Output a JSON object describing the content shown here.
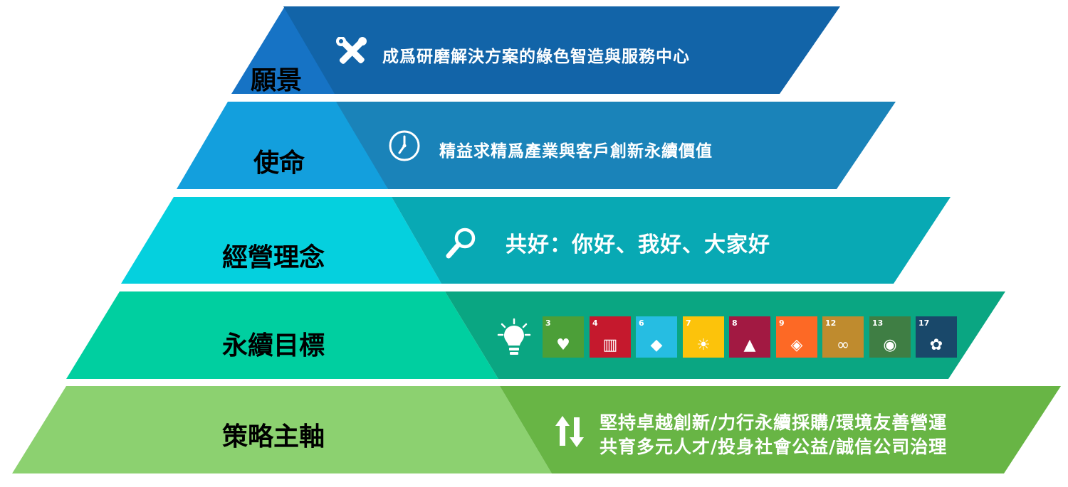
{
  "tiers": [
    {
      "id": "vision",
      "label": "願景",
      "icon": "tools-icon",
      "text": "成爲研磨解決方案的綠色智造與服務中心"
    },
    {
      "id": "mission",
      "label": "使命",
      "icon": "clock-icon",
      "text": "精益求精爲產業與客戶創新永續價值"
    },
    {
      "id": "philosophy",
      "label": "經營理念",
      "icon": "search-icon",
      "text": "共好：你好、我好、大家好"
    },
    {
      "id": "goals",
      "label": "永續目標",
      "icon": "lightbulb-icon",
      "text": ""
    },
    {
      "id": "strategy",
      "label": "策略主軸",
      "icon": "arrows-up-down-icon",
      "lines": [
        "堅持卓越創新/力行永續採購/環境友善營運",
        "共育多元人才/投身社會公益/誠信公司治理"
      ]
    }
  ],
  "sdgs": [
    {
      "number": "3",
      "color": "#4c9f38",
      "glyph": "♥"
    },
    {
      "number": "4",
      "color": "#c5192d",
      "glyph": "▥"
    },
    {
      "number": "6",
      "color": "#26bde2",
      "glyph": "◆"
    },
    {
      "number": "7",
      "color": "#fcc30b",
      "glyph": "☀"
    },
    {
      "number": "8",
      "color": "#a21942",
      "glyph": "▲"
    },
    {
      "number": "9",
      "color": "#fd6925",
      "glyph": "◈"
    },
    {
      "number": "12",
      "color": "#bf8b2e",
      "glyph": "∞"
    },
    {
      "number": "13",
      "color": "#3f7e44",
      "glyph": "◉"
    },
    {
      "number": "17",
      "color": "#19486a",
      "glyph": "✿"
    }
  ],
  "colors": {
    "tier1_left": "#1673c5",
    "tier1_right": "#1264a8",
    "tier2_left": "#139fdd",
    "tier2_right": "#1a83b9",
    "tier3_left": "#05d0de",
    "tier3_right": "#08a9b4",
    "tier4_left": "#00cfa0",
    "tier4_right": "#0aa682",
    "tier5_left": "#8cd170",
    "tier5_right": "#68b545"
  }
}
